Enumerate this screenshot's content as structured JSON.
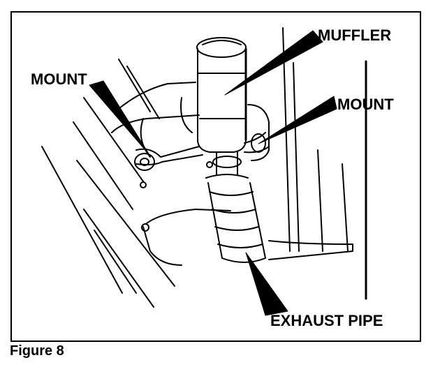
{
  "figure": {
    "caption": "Figure 8",
    "labels": {
      "muffler": "MUFFLER",
      "mount_left": "MOUNT",
      "mount_right": "MOUNT",
      "exhaust_pipe": "EXHAUST PIPE"
    }
  }
}
